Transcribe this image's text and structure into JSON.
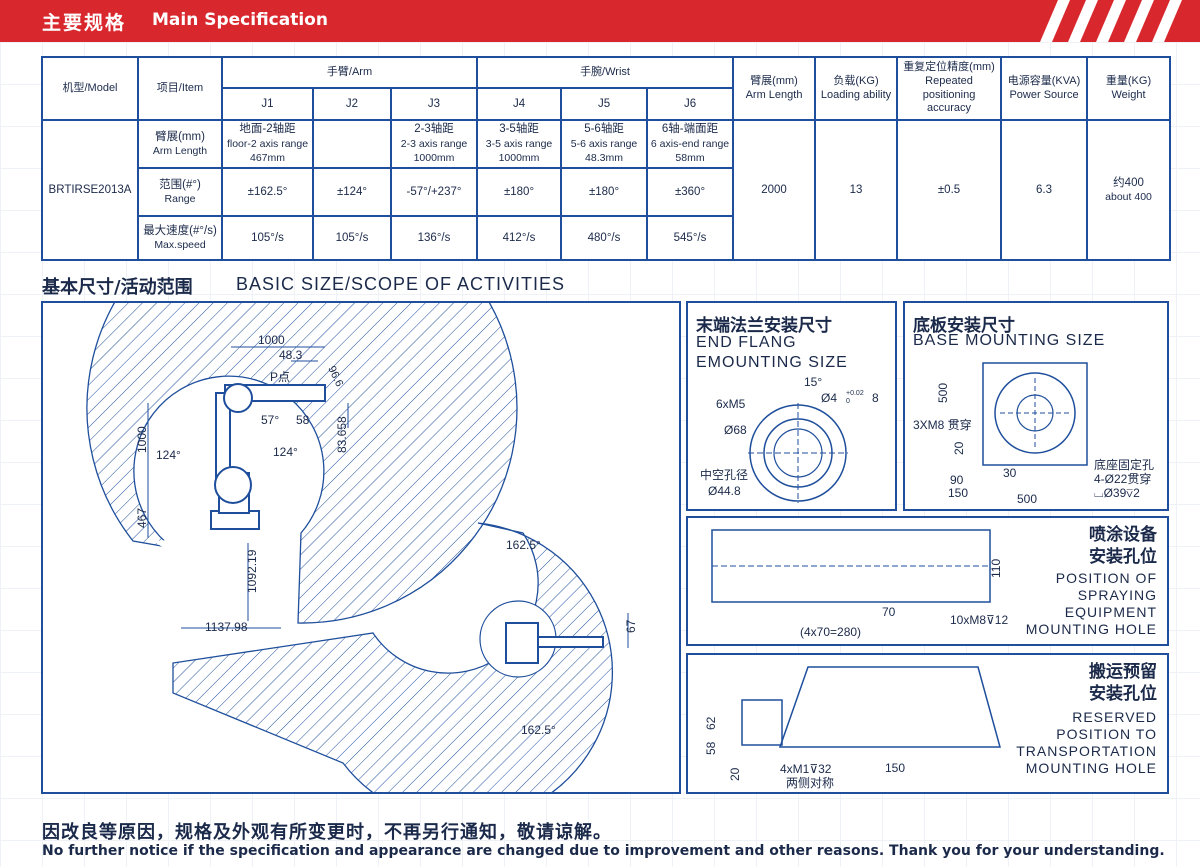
{
  "header": {
    "title_cn": "主要规格",
    "title_en": "Main Specification"
  },
  "table": {
    "model_label": "机型/Model",
    "item_label": "项目/Item",
    "arm_group": "手臂/Arm",
    "wrist_group": "手腕/Wrist",
    "joints": [
      "J1",
      "J2",
      "J3",
      "J4",
      "J5",
      "J6"
    ],
    "reach_cn": "臂展(mm)",
    "reach_en": "Arm Length",
    "load_cn": "负载(KG)",
    "load_en": "Loading ability",
    "rep_cn": "重复定位精度(mm)",
    "rep_en1": "Repeated positioning",
    "rep_en2": "accuracy",
    "power_cn": "电源容量(KVA)",
    "power_en": "Power Source",
    "weight_cn": "重量(KG)",
    "weight_en": "Weight",
    "model": "BRTIRSE2013A",
    "row_arm_cn": "臂展(mm)",
    "row_arm_en": "Arm Length",
    "row_range_cn": "范围(#°)",
    "row_range_en": "Range",
    "row_speed_cn": "最大速度(#°/s)",
    "row_speed_en": "Max.speed",
    "arm_length": [
      {
        "cn": "地面-2轴距",
        "en": "floor-2 axis range",
        "v": "467mm"
      },
      {
        "cn": "",
        "en": "",
        "v": ""
      },
      {
        "cn": "2-3轴距",
        "en": "2-3 axis range",
        "v": "1000mm"
      },
      {
        "cn": "3-5轴距",
        "en": "3-5 axis range",
        "v": "1000mm"
      },
      {
        "cn": "5-6轴距",
        "en": "5-6 axis range",
        "v": "48.3mm"
      },
      {
        "cn": "6轴-端面距",
        "en": "6 axis-end range",
        "v": "58mm"
      }
    ],
    "range": [
      "±162.5°",
      "±124°",
      "-57°/+237°",
      "±180°",
      "±180°",
      "±360°"
    ],
    "speed": [
      "105°/s",
      "105°/s",
      "136°/s",
      "412°/s",
      "480°/s",
      "545°/s"
    ],
    "reach": "2000",
    "load": "13",
    "repeat": "±0.5",
    "power": "6.3",
    "weight_cn_v": "约400",
    "weight_en_v": "about 400"
  },
  "section": {
    "title_cn": "基本尺寸/活动范围",
    "title_en": "BASIC SIZE/SCOPE OF ACTIVITIES"
  },
  "side_view": {
    "dims": [
      "1000",
      "48.3",
      "P点",
      "96.6",
      "58",
      "57°",
      "83.658",
      "1000",
      "124°",
      "124°",
      "467",
      "1092.19",
      "1137.98"
    ]
  },
  "top_view": {
    "dims": [
      "162.5°",
      "67",
      "162.5°"
    ]
  },
  "flange": {
    "title_cn": "末端法兰安装尺寸",
    "title_en1": "END FLANG",
    "title_en2": "EMOUNTING SIZE",
    "dims": [
      "15°",
      "Ø4",
      "+0.02",
      "0",
      "8",
      "6xM5",
      "Ø68",
      "中空孔径",
      "Ø44.8"
    ]
  },
  "base": {
    "title_cn": "底板安装尺寸",
    "title_en": "BASE MOUNTING SIZE",
    "dims": [
      "500",
      "3XM8 贯穿",
      "20",
      "30",
      "90",
      "150",
      "500",
      "底座固定孔",
      "4-Ø22贯穿",
      "⌴Ø39⊽2"
    ]
  },
  "spray": {
    "title_cn1": "喷涂设备",
    "title_cn2": "安装孔位",
    "title_en": [
      "POSITION OF",
      "SPRAYING",
      "EQUIPMENT",
      "MOUNTING HOLE"
    ],
    "dims": [
      "110",
      "70",
      "(4x70=280)",
      "10xM8⊽12"
    ]
  },
  "transport": {
    "title_cn1": "搬运预留",
    "title_cn2": "安装孔位",
    "title_en": [
      "RESERVED",
      "POSITION TO",
      "TRANSPORTATION",
      "MOUNTING HOLE"
    ],
    "dims": [
      "62",
      "58",
      "20",
      "4xM1⊽32",
      "两侧对称",
      "150"
    ]
  },
  "footer": {
    "cn": "因改良等原因，规格及外观有所变更时，不再另行通知，敬请谅解。",
    "en": "No further notice if the specification and appearance are changed due to improvement and other reasons. Thank you for your understanding."
  },
  "colors": {
    "accent_red": "#d9272e",
    "line_blue": "#1f4f9c",
    "text": "#1b2a4a"
  }
}
